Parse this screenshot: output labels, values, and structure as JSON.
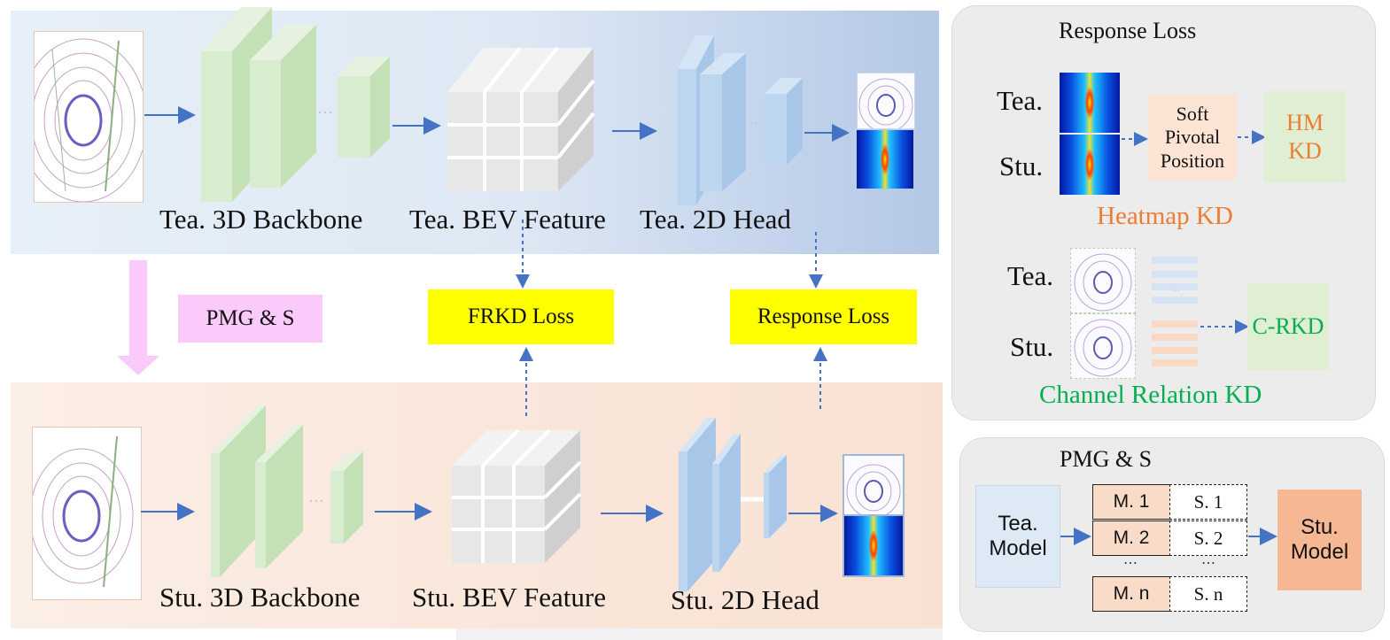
{
  "teacher_row": {
    "backbone_caption": "Tea. 3D Backbone",
    "bev_caption": "Tea. BEV Feature",
    "head_caption": "Tea. 2D Head"
  },
  "student_row": {
    "backbone_caption": "Stu. 3D Backbone",
    "bev_caption": "Stu. BEV Feature",
    "head_caption": "Stu. 2D Head"
  },
  "middle": {
    "pmg_label": "PMG & S",
    "frkd_label": "FRKD Loss",
    "response_label": "Response Loss"
  },
  "response_panel": {
    "title": "Response Loss",
    "tea_label": "Tea.",
    "stu_label": "Stu.",
    "soft_pivotal": "Soft\nPivotal\nPosition",
    "hm_kd": "HM\nKD",
    "heatmap_kd": "Heatmap KD",
    "tea_label2": "Tea.",
    "stu_label2": "Stu.",
    "crkd": "C-RKD",
    "channel_relation_kd": "Channel Relation KD"
  },
  "pmg_panel": {
    "title": "PMG & S",
    "tea_model": "Tea.\nModel",
    "stu_model": "Stu.\nModel",
    "rows": [
      {
        "m": "M. 1",
        "s": "S. 1"
      },
      {
        "m": "M. 2",
        "s": "S. 2"
      },
      {
        "m": "M. n",
        "s": "S. n"
      }
    ],
    "ellipsis_m": "…",
    "ellipsis_s": "…"
  },
  "colors": {
    "arrow": "#4472c4",
    "green_block": "#d8ecd0",
    "blue_block": "#b8d3ee",
    "yellow": "#ffff00",
    "pink": "#fcc9fb",
    "orange_text": "#ed7d31",
    "green_text": "#00b050"
  }
}
